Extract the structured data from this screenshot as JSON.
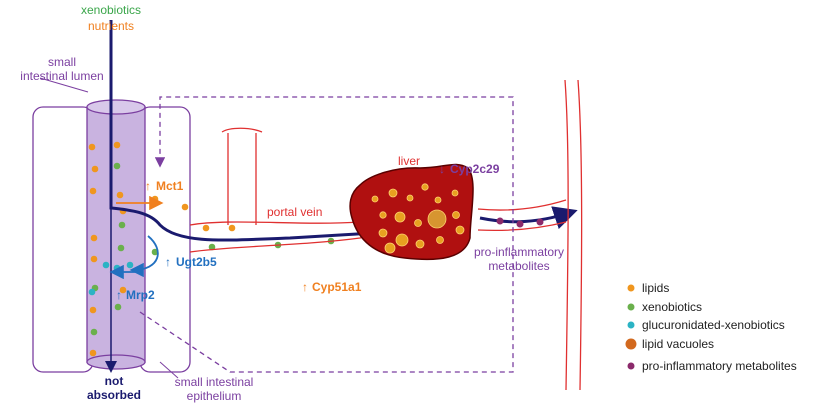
{
  "labels": {
    "xenobiotics_top": "xenobiotics",
    "nutrients_top": "nutrients",
    "lumen_line1": "small",
    "lumen_line2": "intestinal lumen",
    "mct1": "Mct1",
    "ugt2b5": "Ugt2b5",
    "mrp2": "Mrp2",
    "not_absorbed_line1": "not",
    "not_absorbed_line2": "absorbed",
    "epithelium_line1": "small intestinal",
    "epithelium_line2": "epithelium",
    "portal_vein": "portal vein",
    "cyp51a1": "Cyp51a1",
    "liver": "liver",
    "cyp2c29": "Cyp2c29",
    "metabolites_line1": "pro-inflammatory",
    "metabolites_line2": "metabolites",
    "up_arrow": "↑",
    "down_arrow": "↓"
  },
  "legend": [
    {
      "label": "lipids",
      "color": "#f0961e",
      "icon": "small-dot"
    },
    {
      "label": "xenobiotics",
      "color": "#6ab04c",
      "icon": "small-dot"
    },
    {
      "label": "glucuronidated-xenobiotics",
      "color": "#2bb3c4",
      "icon": "small-dot"
    },
    {
      "label": "lipid vacuoles",
      "color": "#d2691e",
      "icon": "large-dot"
    },
    {
      "label": "pro-inflammatory metabolites",
      "color": "#8b2a6b",
      "icon": "small-dot"
    }
  ],
  "colors": {
    "lipids": "#f0961e",
    "xenobiotics": "#6ab04c",
    "glucuronidated": "#2bb3c4",
    "lipid_vacuoles": "#d2691e",
    "pro_inflammatory": "#8b2a6b",
    "navy_flow": "#1a1a6e",
    "vessel_red": "#e03030",
    "liver_fill": "#b01010",
    "lumen_fill": "#c9b3e0",
    "purple_text": "#7b3fa0",
    "orange_text": "#f08020",
    "blue_text": "#2270c0",
    "green_text": "#3aa64a"
  }
}
